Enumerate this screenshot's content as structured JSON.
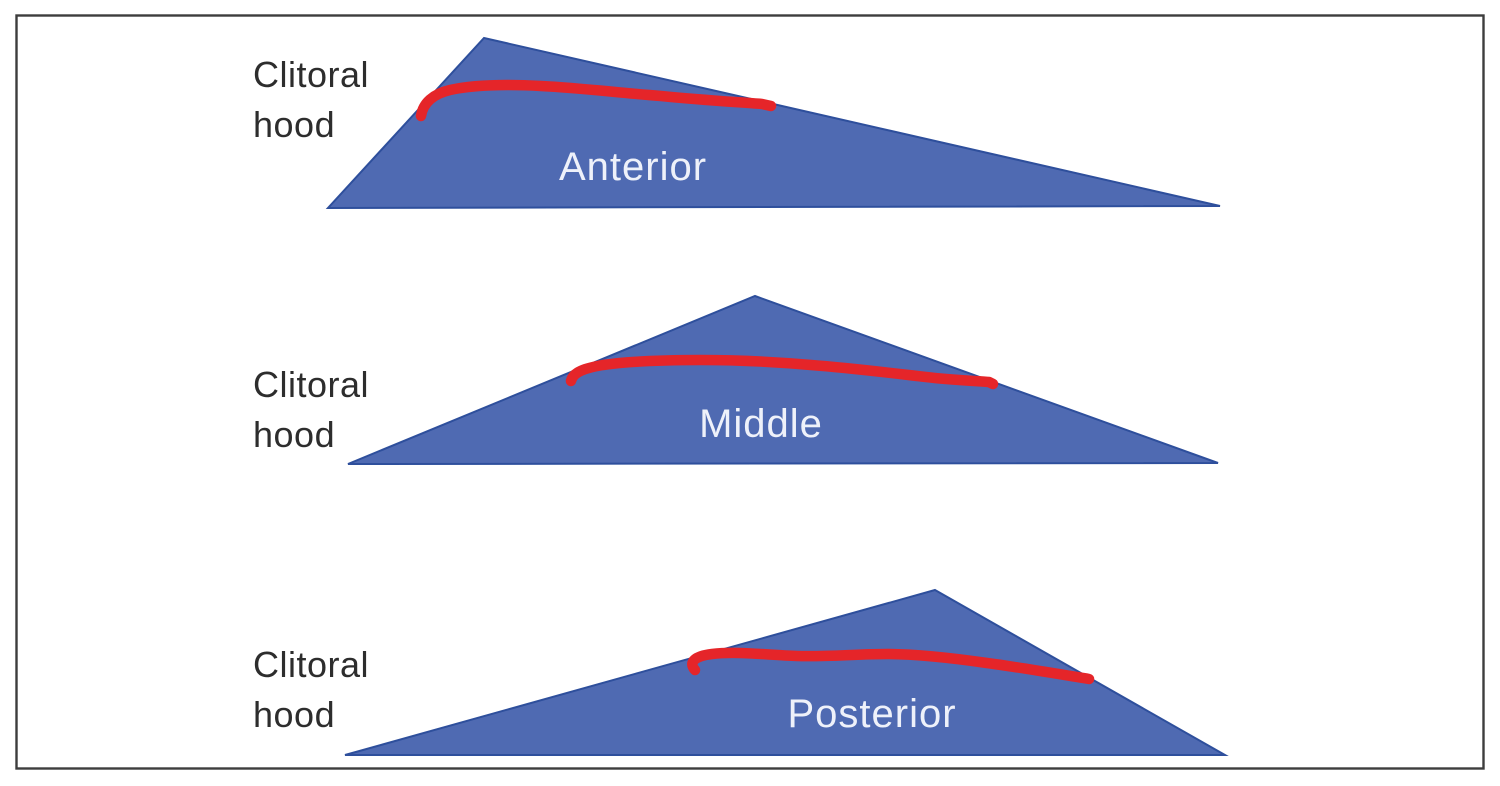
{
  "diagram": {
    "description_labels": {
      "side_label_line1": "Clitoral",
      "side_label_line2": "hood"
    },
    "panels": [
      {
        "id": "anterior",
        "region_label": "Anterior",
        "side_label_line1": "Clitoral",
        "side_label_line2": "hood"
      },
      {
        "id": "middle",
        "region_label": "Middle",
        "side_label_line1": "Clitoral",
        "side_label_line2": "hood"
      },
      {
        "id": "posterior",
        "region_label": "Posterior",
        "side_label_line1": "Clitoral",
        "side_label_line2": "hood"
      }
    ]
  },
  "colors": {
    "background": "#ffffff",
    "frame_border": "#3d3d3d",
    "triangle_fill": "#4f6ab2",
    "triangle_stroke": "#2e4f9c",
    "incision_red": "#e52529",
    "side_label_text": "#2d2d2d",
    "region_label_text": "#eef1fa"
  }
}
